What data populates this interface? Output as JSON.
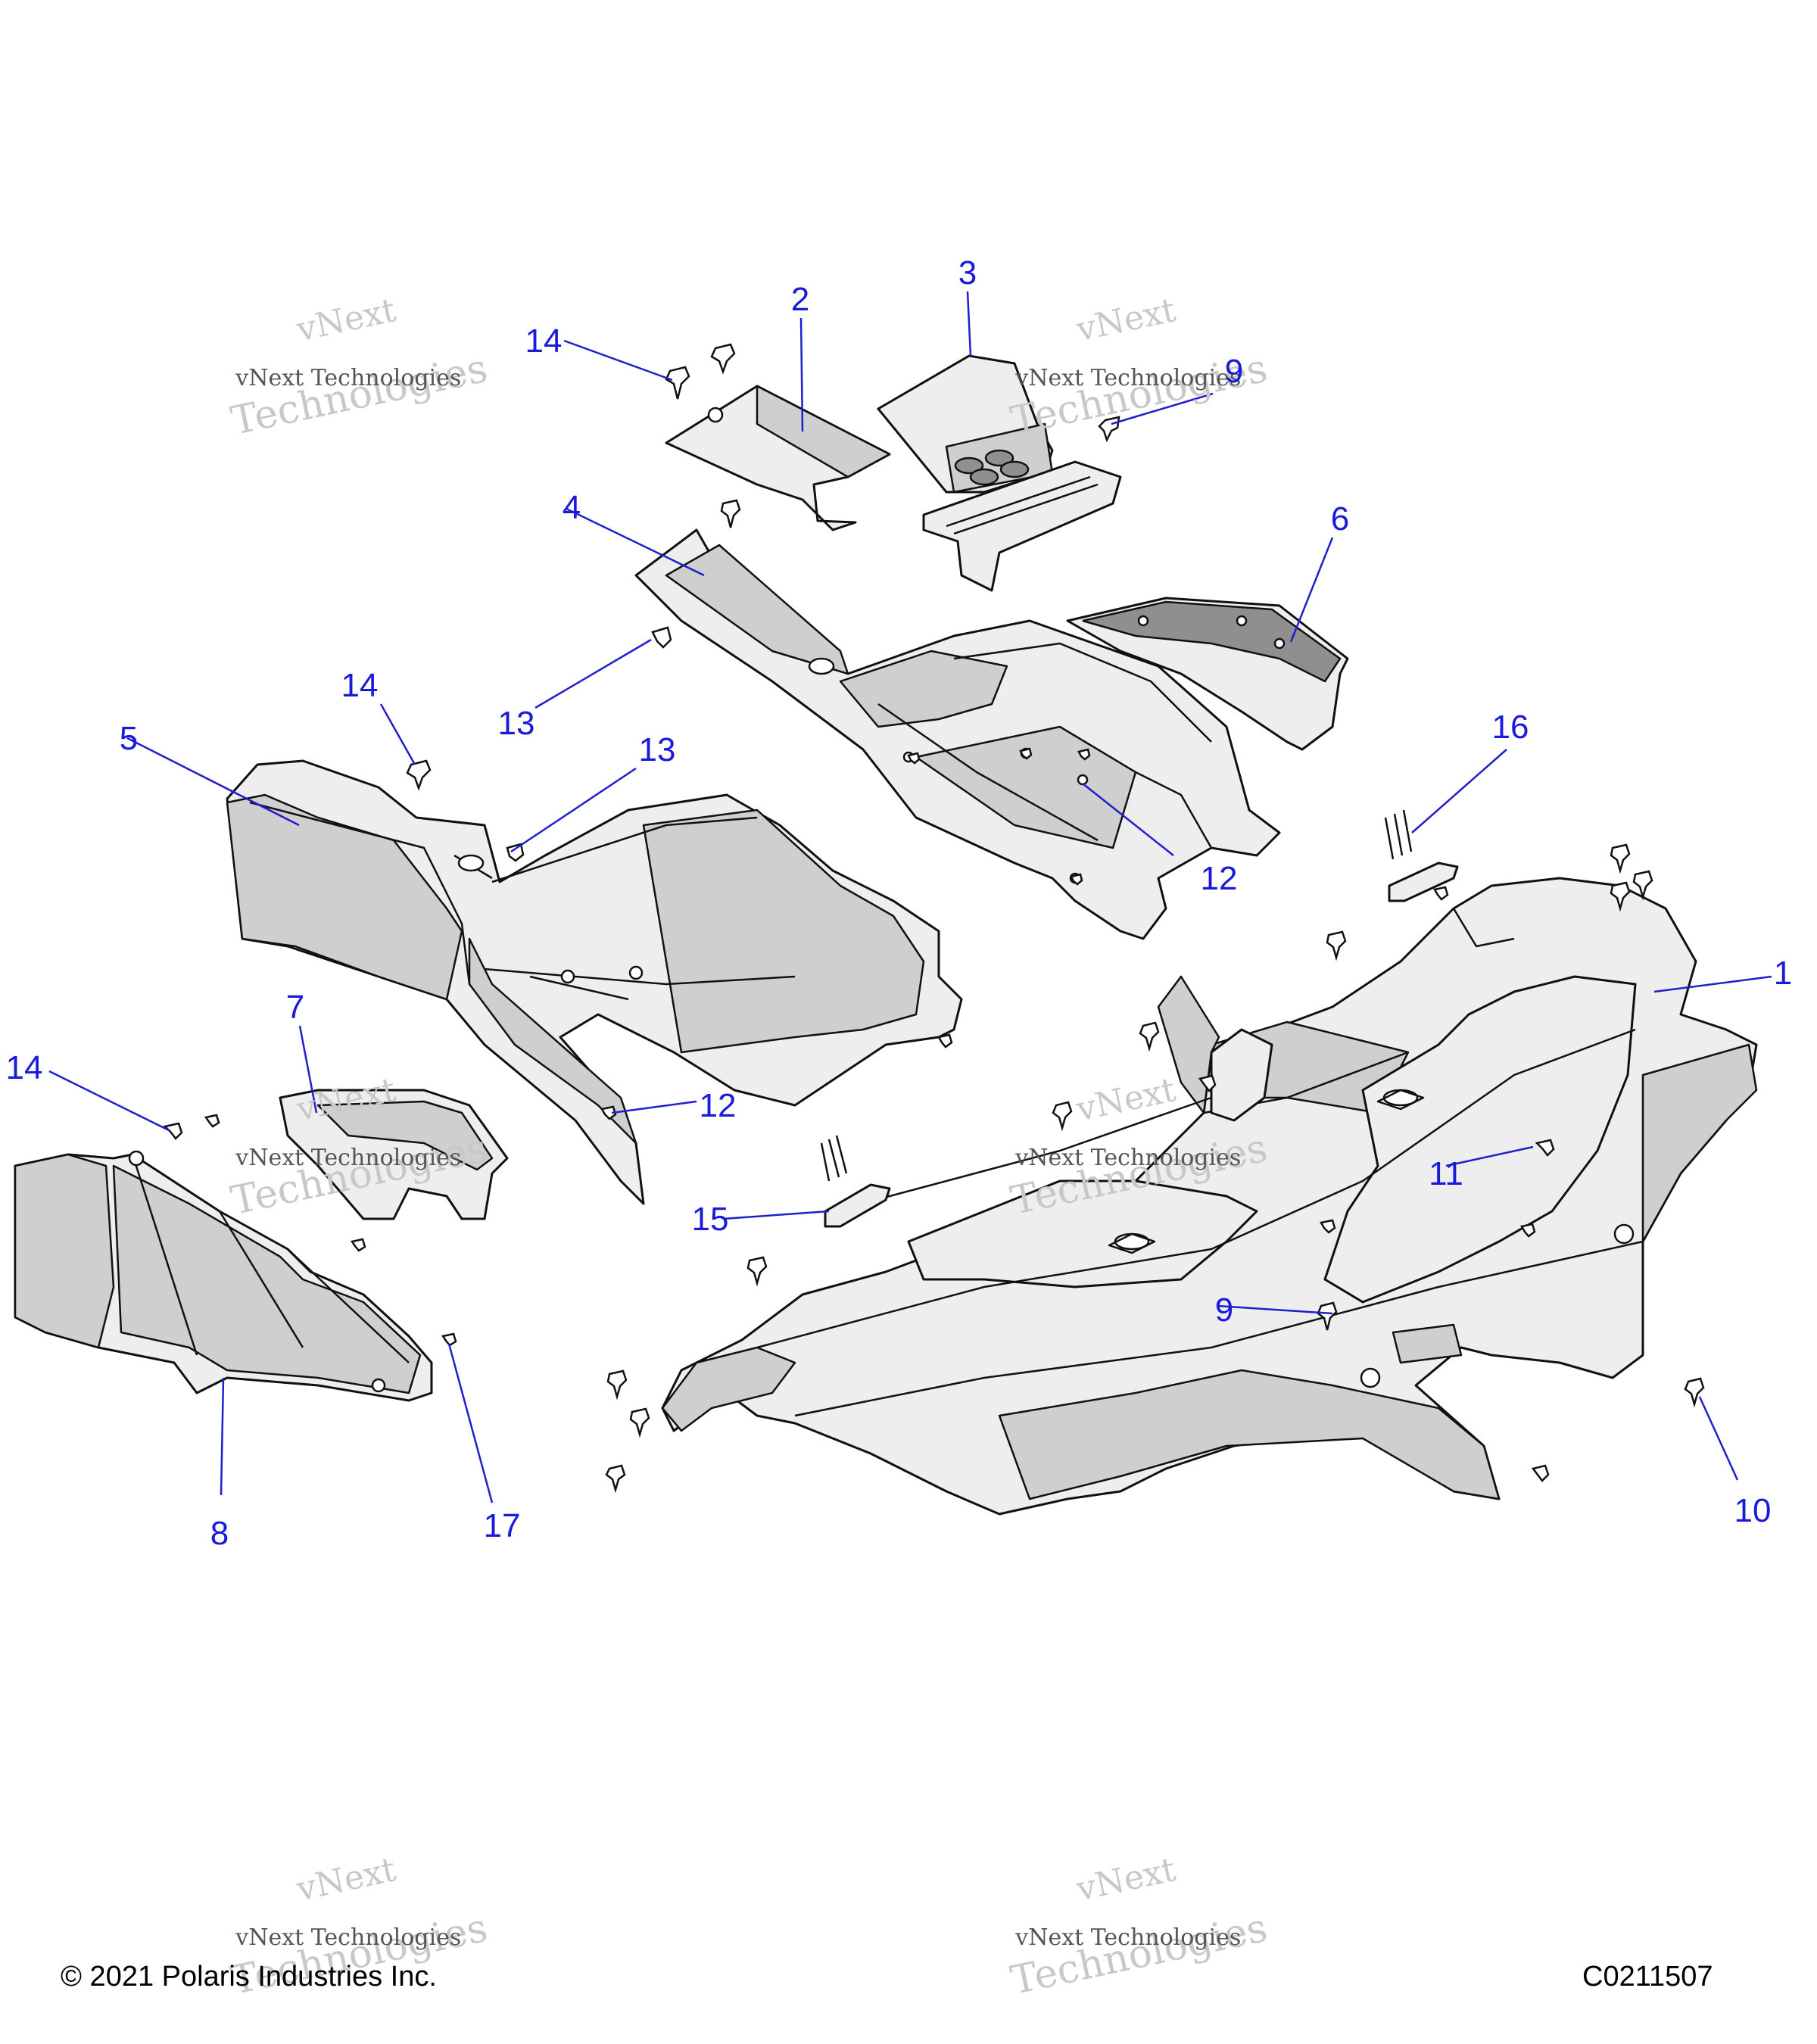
{
  "colors": {
    "callout": "#1a1adb",
    "line": "#1f1fcc",
    "part_stroke": "#111111",
    "part_fill": "#eeeeee",
    "part_shade": "#cfcfcf",
    "watermark": "#c8c8c8"
  },
  "callouts": [
    {
      "id": "c1",
      "label": "1"
    },
    {
      "id": "c2",
      "label": "2"
    },
    {
      "id": "c3",
      "label": "3"
    },
    {
      "id": "c4",
      "label": "4"
    },
    {
      "id": "c5",
      "label": "5"
    },
    {
      "id": "c6",
      "label": "6"
    },
    {
      "id": "c7",
      "label": "7"
    },
    {
      "id": "c8",
      "label": "8"
    },
    {
      "id": "c9a",
      "label": "9"
    },
    {
      "id": "c9b",
      "label": "9"
    },
    {
      "id": "c10",
      "label": "10"
    },
    {
      "id": "c11",
      "label": "11"
    },
    {
      "id": "c12a",
      "label": "12"
    },
    {
      "id": "c12b",
      "label": "12"
    },
    {
      "id": "c13a",
      "label": "13"
    },
    {
      "id": "c13b",
      "label": "13"
    },
    {
      "id": "c14a",
      "label": "14"
    },
    {
      "id": "c14b",
      "label": "14"
    },
    {
      "id": "c14c",
      "label": "14"
    },
    {
      "id": "c15",
      "label": "15"
    },
    {
      "id": "c16",
      "label": "16"
    },
    {
      "id": "c17",
      "label": "17"
    }
  ],
  "watermark": {
    "line1": "vNext",
    "line2": "vNext Technologies",
    "line3": "Technologies"
  },
  "footer": {
    "copyright": "© 2021 Polaris Industries Inc.",
    "diagram_code": "C0211507"
  }
}
